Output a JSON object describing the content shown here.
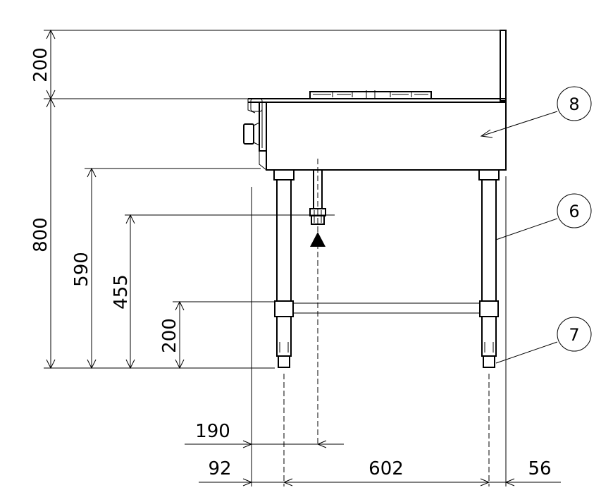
{
  "dimensions": {
    "backsplash_height": "200",
    "total_height": "800",
    "bottom_height": "590",
    "gas_inlet_height": "455",
    "undershelf_height": "200",
    "gas_inlet_offset": "190",
    "leg_offset_left": "92",
    "leg_span": "602",
    "leg_offset_right": "56"
  },
  "callouts": {
    "top_body": "8",
    "leg": "6",
    "adjuster": "7"
  }
}
